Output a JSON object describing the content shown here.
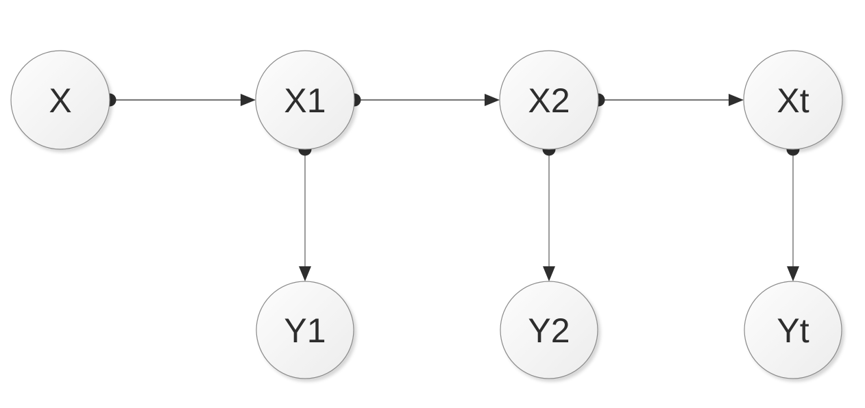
{
  "diagram": {
    "background": "#ffffff",
    "nodes": [
      {
        "id": "X",
        "label": "X"
      },
      {
        "id": "X1",
        "label": "X1"
      },
      {
        "id": "X2",
        "label": "X2"
      },
      {
        "id": "Xt",
        "label": "Xt"
      },
      {
        "id": "Y1",
        "label": "Y1"
      },
      {
        "id": "Y2",
        "label": "Y2"
      },
      {
        "id": "Yt",
        "label": "Yt"
      }
    ],
    "edges": [
      {
        "from": "X",
        "to": "X1",
        "marker_start": "dot",
        "marker_end": "arrow"
      },
      {
        "from": "X1",
        "to": "X2",
        "marker_start": "dot",
        "marker_end": "arrow"
      },
      {
        "from": "X2",
        "to": "Xt",
        "marker_start": "dot",
        "marker_end": "arrow"
      },
      {
        "from": "X1",
        "to": "Y1",
        "marker_start": "dot",
        "marker_end": "arrow"
      },
      {
        "from": "X2",
        "to": "Y2",
        "marker_start": "dot",
        "marker_end": "arrow"
      },
      {
        "from": "Xt",
        "to": "Yt",
        "marker_start": "dot",
        "marker_end": "arrow"
      }
    ],
    "colors": {
      "node_fill_top": "#fdfdfd",
      "node_fill_bottom": "#ececec",
      "node_border": "#8a8a8a",
      "edge_line": "#7a7a7a",
      "edge_marker": "#2e2e2e",
      "label_text": "#2d2d2d"
    }
  }
}
